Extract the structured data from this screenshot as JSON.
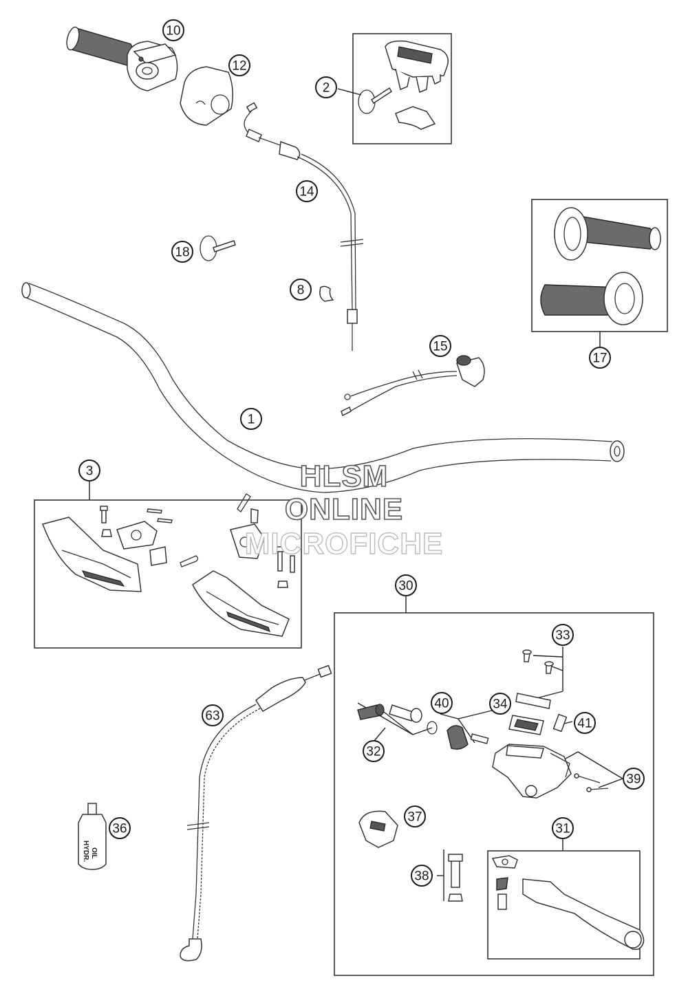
{
  "watermark": {
    "line1": "HLSM",
    "line2": "ONLINE",
    "line3": "MICROFICHE"
  },
  "oil_label": {
    "line1": "HYDR.",
    "line2": "OIL"
  },
  "callouts": [
    {
      "id": "c1",
      "label": "1"
    },
    {
      "id": "c2",
      "label": "2"
    },
    {
      "id": "c3",
      "label": "3"
    },
    {
      "id": "c8",
      "label": "8"
    },
    {
      "id": "c10",
      "label": "10"
    },
    {
      "id": "c12",
      "label": "12"
    },
    {
      "id": "c14",
      "label": "14"
    },
    {
      "id": "c15",
      "label": "15"
    },
    {
      "id": "c17",
      "label": "17"
    },
    {
      "id": "c18",
      "label": "18"
    },
    {
      "id": "c30",
      "label": "30"
    },
    {
      "id": "c31",
      "label": "31"
    },
    {
      "id": "c32",
      "label": "32"
    },
    {
      "id": "c33",
      "label": "33"
    },
    {
      "id": "c34",
      "label": "34"
    },
    {
      "id": "c36",
      "label": "36"
    },
    {
      "id": "c37",
      "label": "37"
    },
    {
      "id": "c38",
      "label": "38"
    },
    {
      "id": "c39",
      "label": "39"
    },
    {
      "id": "c40",
      "label": "40"
    },
    {
      "id": "c41",
      "label": "41"
    },
    {
      "id": "c63",
      "label": "63"
    }
  ]
}
